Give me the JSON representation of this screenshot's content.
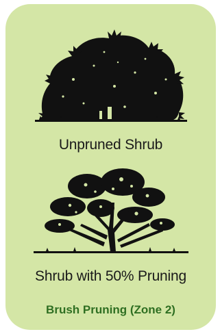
{
  "figure": {
    "shrub_unpruned_caption": "Unpruned Shrub",
    "shrub_pruned_caption": "Shrub with 50% Pruning",
    "footer_title": "Brush Pruning (Zone 2)"
  },
  "colors": {
    "card_background": "#d4e6a6",
    "footer_text": "#2f6f22",
    "ink": "#111111"
  }
}
